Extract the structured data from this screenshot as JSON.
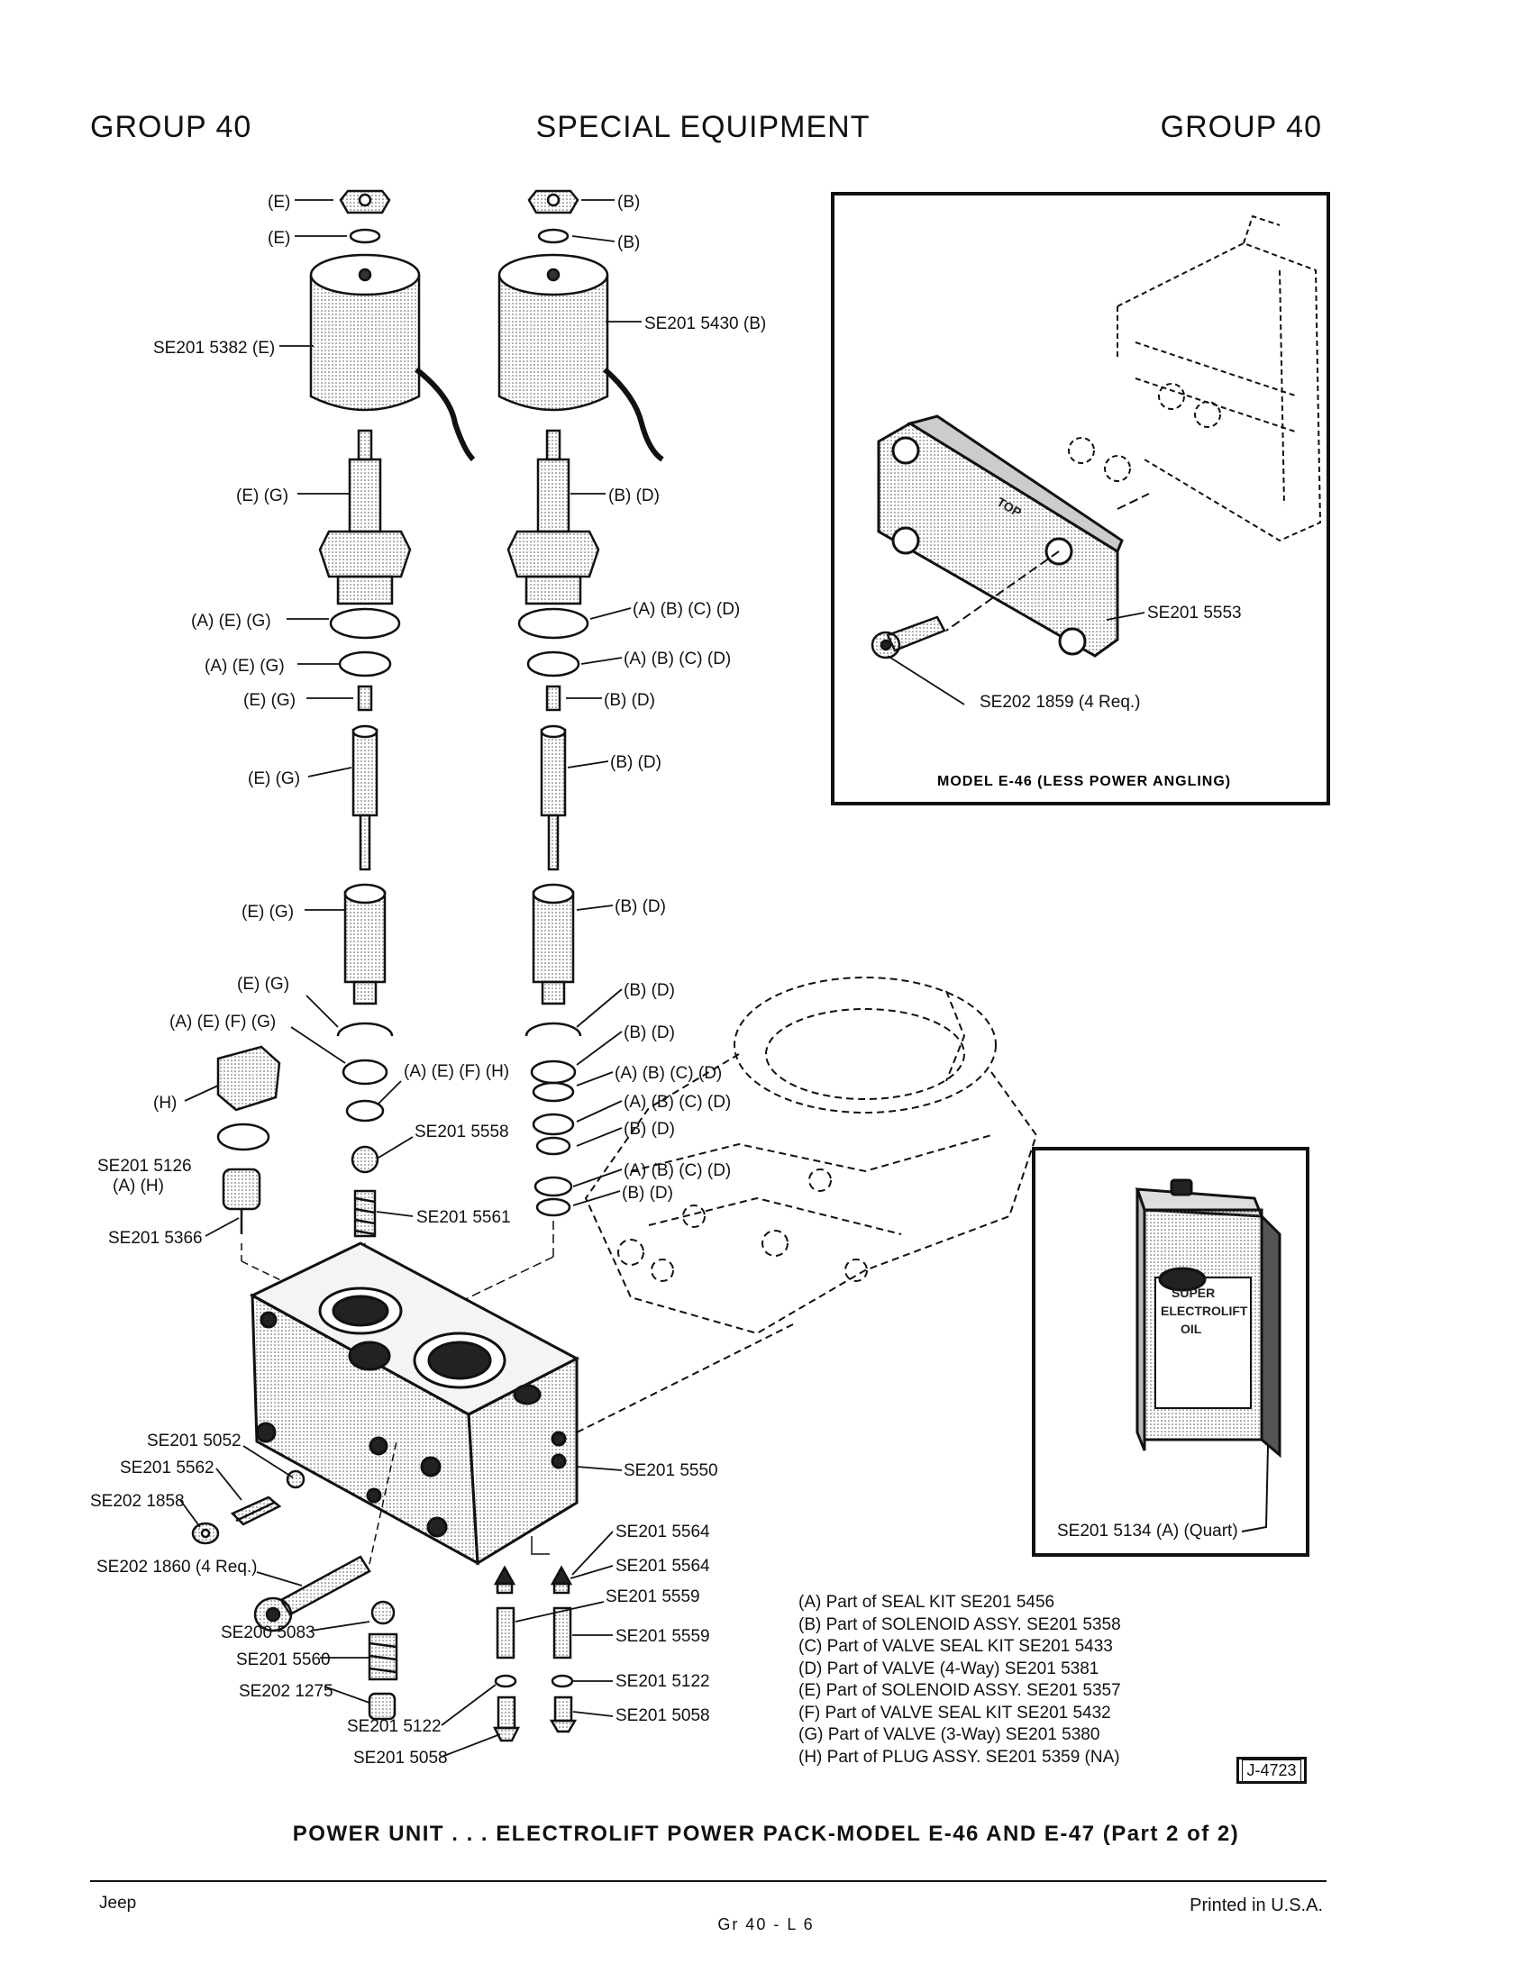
{
  "header": {
    "left": "GROUP 40",
    "center": "SPECIAL EQUIPMENT",
    "right": "GROUP 40"
  },
  "callouts": {
    "e1": "(E)",
    "e2": "(E)",
    "b1": "(B)",
    "b2": "(B)",
    "se5382": "SE201 5382 (E)",
    "se5430": "SE201 5430 (B)",
    "eg1": "(E) (G)",
    "bd1": "(B) (D)",
    "aeg1": "(A) (E) (G)",
    "abcd1": "(A) (B) (C) (D)",
    "aeg2": "(A) (E) (G)",
    "abcd2": "(A) (B) (C) (D)",
    "eg2": "(E) (G)",
    "bd2": "(B) (D)",
    "eg3": "(E) (G)",
    "bd3": "(B) (D)",
    "eg4": "(E) (G)",
    "bd4": "(B) (D)",
    "eg5": "(E) (G)",
    "bd5": "(B) (D)",
    "aefg": "(A) (E) (F) (G)",
    "bd6": "(B) (D)",
    "aefh": "(A) (E) (F) (H)",
    "abcd3": "(A) (B) (C) (D)",
    "h": "(H)",
    "abcd4": "(A) (B) (C) (D)",
    "bd7": "(B) (D)",
    "se5558": "SE201 5558",
    "se5126": "SE201 5126",
    "ah": "(A) (H)",
    "abcd5": "(A) (B) (C) (D)",
    "bd8": "(B) (D)",
    "se5561": "SE201 5561",
    "se5366": "SE201 5366",
    "se5052": "SE201 5052",
    "se5562": "SE201 5562",
    "se5550": "SE201 5550",
    "se1858": "SE202 1858",
    "se5564a": "SE201 5564",
    "se1860": "SE202 1860 (4 Req.)",
    "se5564b": "SE201 5564",
    "se5559a": "SE201 5559",
    "se5083": "SE200 5083",
    "se5559b": "SE201 5559",
    "se5560": "SE201 5560",
    "se5122a": "SE201 5122",
    "se1275": "SE202 1275",
    "se5058a": "SE201 5058",
    "se5122b": "SE201 5122",
    "se5058b": "SE201 5058",
    "se5553": "SE201 5553",
    "se1859": "SE202 1859 (4 Req.)",
    "se5134": "SE201 5134 (A) (Quart)",
    "plate_top": "TOP",
    "can_label_1": "SUPER",
    "can_label_2": "ELECTROLIFT",
    "can_label_3": "OIL"
  },
  "inset_caption": "MODEL E-46 (LESS POWER ANGLING)",
  "legend": [
    "(A)  Part of SEAL KIT  SE201 5456",
    "(B)  Part of SOLENOID ASSY.  SE201 5358",
    "(C)  Part of VALVE SEAL KIT  SE201 5433",
    "(D)  Part of VALVE (4-Way)  SE201 5381",
    "(E)  Part of SOLENOID ASSY.  SE201 5357",
    "(F)  Part of VALVE SEAL KIT  SE201 5432",
    "(G)  Part of VALVE (3-Way)  SE201 5380",
    "(H)  Part of PLUG ASSY.  SE201 5359 (NA)"
  ],
  "ref_code": "J-4723",
  "caption": "POWER UNIT . . . ELECTROLIFT POWER PACK-MODEL E-46 AND E-47 (Part 2 of 2)",
  "footer": {
    "left": "Jeep",
    "center": "Gr 40 - L 6",
    "right": "Printed in U.S.A."
  }
}
